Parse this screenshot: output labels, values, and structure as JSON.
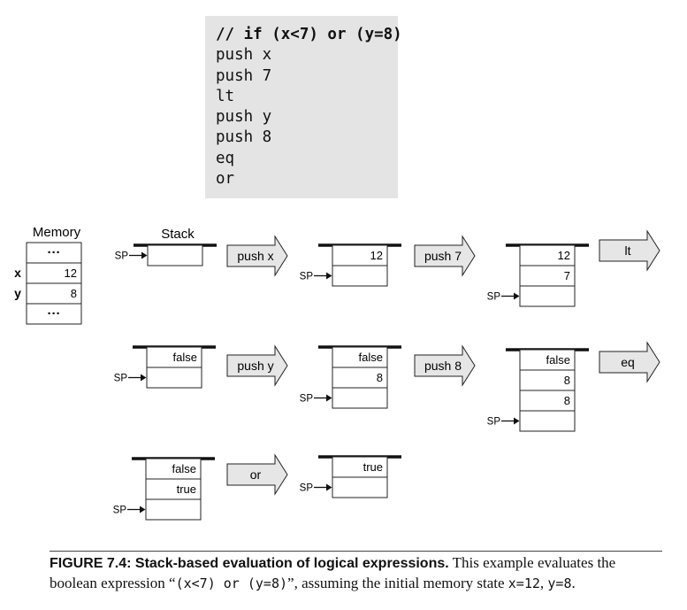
{
  "code": {
    "comment": "// if (x<7) or (y=8)",
    "lines": [
      "push x",
      "push 7",
      "lt",
      "push y",
      "push 8",
      "eq",
      "or"
    ]
  },
  "memory": {
    "label": "Memory",
    "rows": [
      {
        "name": "",
        "value": "···"
      },
      {
        "name": "x",
        "value": "12"
      },
      {
        "name": "y",
        "value": "8"
      },
      {
        "name": "",
        "value": "···"
      }
    ]
  },
  "stack_label": "Stack",
  "sp_label": "SP",
  "stacks": [
    {
      "id": "s1",
      "cells": []
    },
    {
      "id": "s2",
      "cells": [
        "12"
      ]
    },
    {
      "id": "s3",
      "cells": [
        "12",
        "7"
      ]
    },
    {
      "id": "s4",
      "cells": [
        "false"
      ]
    },
    {
      "id": "s5",
      "cells": [
        "false",
        "8"
      ]
    },
    {
      "id": "s6",
      "cells": [
        "false",
        "8",
        "8"
      ]
    },
    {
      "id": "s7",
      "cells": [
        "false",
        "true"
      ]
    },
    {
      "id": "s8",
      "cells": [
        "true"
      ]
    }
  ],
  "ops": [
    "push x",
    "push 7",
    "lt",
    "push y",
    "push 8",
    "eq",
    "or"
  ],
  "caption": {
    "lead": "FIGURE 7.4: Stack-based evaluation of logical expressions.",
    "t1": " This example evaluates the boolean expression ",
    "q1": "“",
    "expr": "(x<7) or (y=8)",
    "q2": "”",
    "t2": ", assuming the initial memory state ",
    "state1": "x=12",
    "sep": ", ",
    "state2": "y=8",
    "end": "."
  }
}
